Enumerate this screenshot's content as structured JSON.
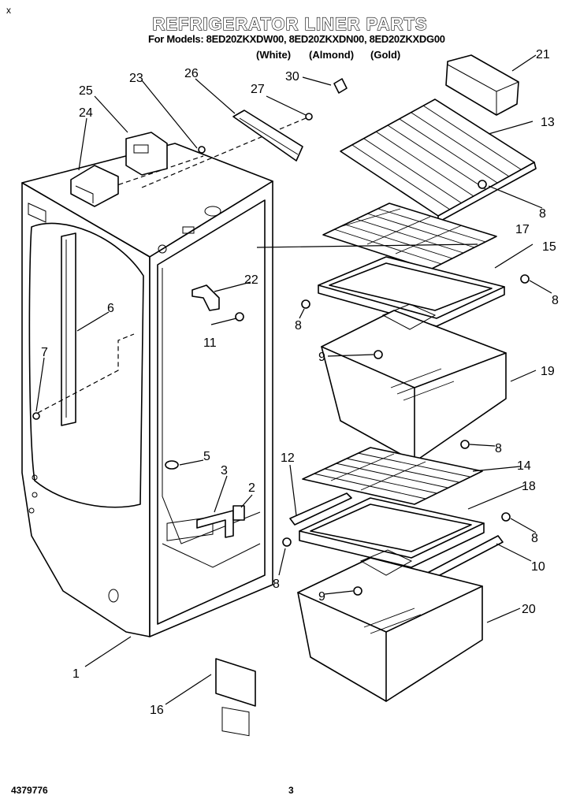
{
  "header": {
    "corner_mark": "x",
    "title": "REFRIGERATOR LINER PARTS",
    "models_line": "For Models: 8ED20ZKXDW00, 8ED20ZKXDN00, 8ED20ZKXDG00",
    "color_white": "(White)",
    "color_almond": "(Almond)",
    "color_gold": "(Gold)"
  },
  "footer": {
    "part_number": "4379776",
    "page_number": "3"
  },
  "callouts": {
    "c1": "1",
    "c2": "2",
    "c3": "3",
    "c5": "5",
    "c6": "6",
    "c7": "7",
    "c8a": "8",
    "c8b": "8",
    "c8c": "8",
    "c8d": "8",
    "c8e": "8",
    "c8f": "8",
    "c9a": "9",
    "c9b": "9",
    "c10": "10",
    "c11": "11",
    "c12": "12",
    "c13": "13",
    "c14": "14",
    "c15": "15",
    "c16": "16",
    "c17": "17",
    "c18": "18",
    "c19": "19",
    "c20": "20",
    "c21": "21",
    "c22": "22",
    "c23": "23",
    "c24": "24",
    "c25": "25",
    "c26": "26",
    "c27": "27",
    "c30": "30"
  }
}
